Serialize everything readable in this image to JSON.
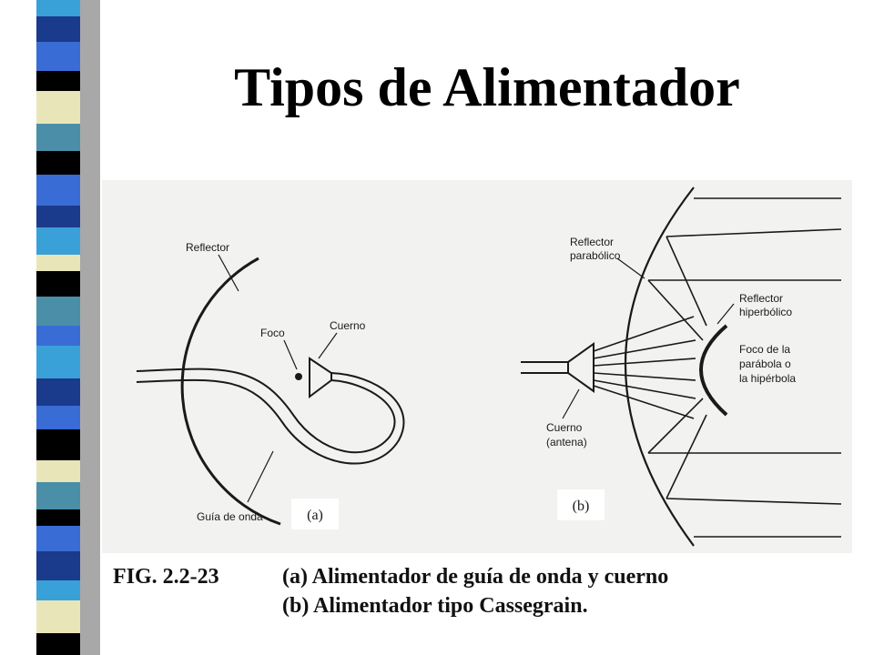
{
  "slide": {
    "title": "Tipos de Alimentador"
  },
  "figure": {
    "a": {
      "tag": "(a)",
      "labels": {
        "reflector": "Reflector",
        "foco": "Foco",
        "cuerno": "Cuerno",
        "guia": "Guía de onda"
      }
    },
    "b": {
      "tag": "(b)",
      "labels": {
        "parabolic_1": "Reflector",
        "parabolic_2": "parabólico",
        "hyperbolic_1": "Reflector",
        "hyperbolic_2": "hiperbólico",
        "focus_1": "Foco de la",
        "focus_2": "parábola o",
        "focus_3": "la hipérbola",
        "horn_1": "Cuerno",
        "horn_2": "(antena)"
      }
    }
  },
  "caption": {
    "number": "FIG. 2.2-23",
    "line1": "(a) Alimentador de guía de onda y cuerno",
    "line2": "(b) Alimentador tipo Cassegrain."
  },
  "colors": {
    "stripe_black": "#000000",
    "stripe_dark_blue": "#1a3a8c",
    "stripe_blue": "#3a6cd6",
    "stripe_cyan": "#3aa0d8",
    "stripe_teal": "#4a8ea8",
    "stripe_cream": "#e8e6b8"
  }
}
